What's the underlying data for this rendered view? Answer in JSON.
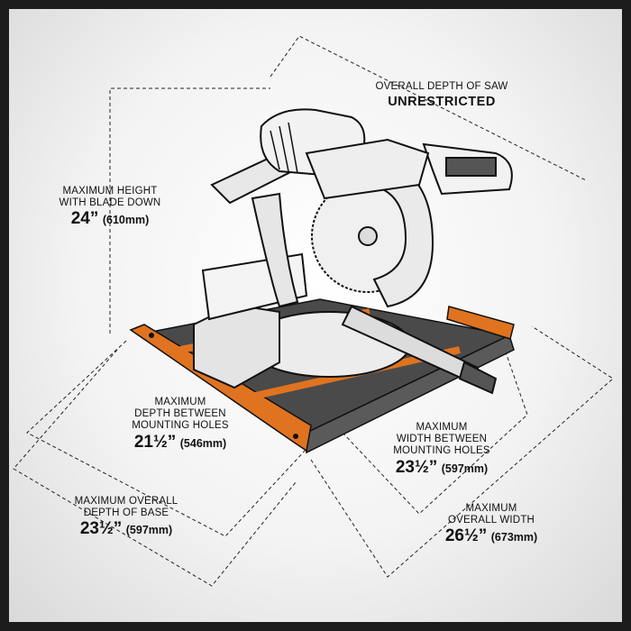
{
  "labels": {
    "depth_of_saw": {
      "line1": "OVERALL DEPTH OF SAW",
      "line2": "UNRESTRICTED"
    },
    "height": {
      "line1": "MAXIMUM HEIGHT",
      "line2": "WITH BLADE DOWN",
      "value": "24”",
      "metric": "(610mm)"
    },
    "depth_holes": {
      "line1": "MAXIMUM",
      "line2": "DEPTH BETWEEN",
      "line3": "MOUNTING HOLES",
      "value": "21½”",
      "metric": "(546mm)"
    },
    "width_holes": {
      "line1": "MAXIMUM",
      "line2": "WIDTH BETWEEN",
      "line3": "MOUNTING HOLES",
      "value": "23½”",
      "metric": "(597mm)"
    },
    "depth_base": {
      "line1": "MAXIMUM OVERALL",
      "line2": "DEPTH OF BASE",
      "value": "23½”",
      "metric": "(597mm)"
    },
    "overall_width": {
      "line1": "MAXIMUM",
      "line2": "OVERALL WIDTH",
      "value": "26½”",
      "metric": "(673mm)"
    }
  },
  "colors": {
    "frame": "#1c1c1c",
    "background": "#f3f3f3",
    "rail_orange": "#e0731f",
    "tray_dark": "#4a4a4a",
    "line": "#111111"
  }
}
